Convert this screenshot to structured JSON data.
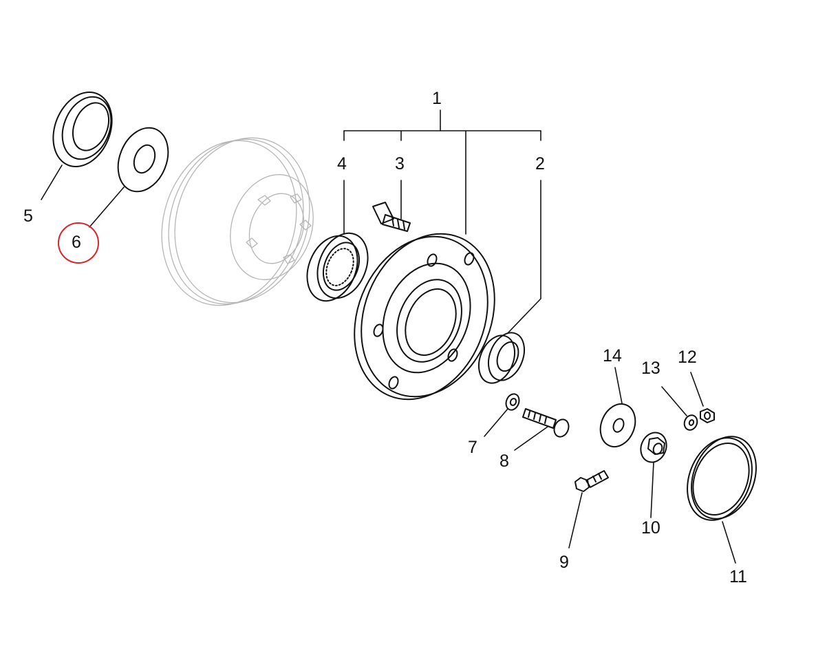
{
  "callouts": {
    "c1": "1",
    "c2": "2",
    "c3": "3",
    "c4": "4",
    "c5": "5",
    "c6": "6",
    "c7": "7",
    "c8": "8",
    "c9": "9",
    "c10": "10",
    "c11": "11",
    "c12": "12",
    "c13": "13",
    "c14": "14"
  },
  "highlight": {
    "callout": "6",
    "color": "#d8232a"
  },
  "colors": {
    "line": "#111111",
    "ghost_part": "#b5b5b5",
    "background": "#ffffff"
  }
}
